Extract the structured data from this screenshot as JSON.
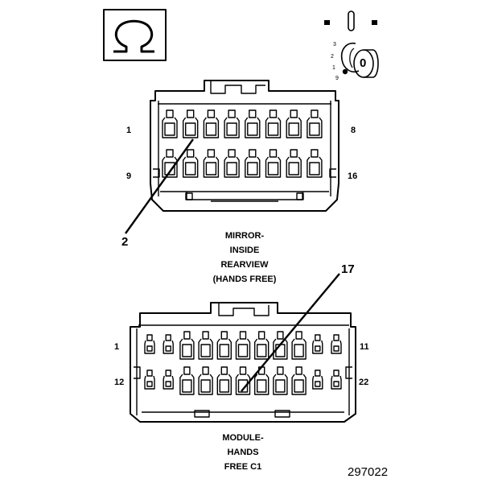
{
  "legend": {
    "icon": "omega-symbol-icon",
    "switch_icon": "ignition-switch-icon",
    "switch_positions": [
      "3",
      "2",
      "1",
      "9"
    ],
    "switch_center": "0"
  },
  "connector_1": {
    "caption": [
      "MIRROR-",
      "INSIDE",
      "REARVIEW",
      "(HANDS FREE)"
    ],
    "pin_labels": {
      "top_left": "1",
      "top_right": "8",
      "bottom_left": "9",
      "bottom_right": "16"
    },
    "callout": "2"
  },
  "connector_2": {
    "caption": [
      "MODULE-",
      "HANDS",
      "FREE C1"
    ],
    "pin_labels": {
      "top_left": "1",
      "top_right": "11",
      "bottom_left": "12",
      "bottom_right": "22"
    },
    "callout": "17"
  },
  "figure_number": "297022"
}
